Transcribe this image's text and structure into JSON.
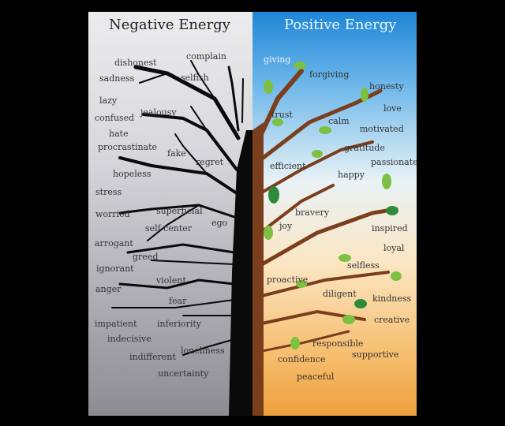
{
  "negative": {
    "title": "Negative Energy",
    "words": [
      "complain",
      "dishonest",
      "sadness",
      "selfish",
      "lazy",
      "jealousy",
      "confused",
      "hate",
      "procrastinate",
      "fake",
      "regret",
      "hopeless",
      "stress",
      "superficial",
      "worried",
      "ego",
      "self-center",
      "arrogant",
      "greed",
      "ignorant",
      "violent",
      "anger",
      "fear",
      "impatient",
      "inferiority",
      "indecisive",
      "loneliness",
      "indifferent",
      "uncertainty"
    ]
  },
  "positive": {
    "title": "Positive Energy",
    "words": [
      "giving",
      "forgiving",
      "honesty",
      "trust",
      "love",
      "calm",
      "motivated",
      "gratitude",
      "passionate",
      "efficient",
      "happy",
      "bravery",
      "joy",
      "inspired",
      "loyal",
      "selfless",
      "proactive",
      "diligent",
      "kindness",
      "creative",
      "responsible",
      "supportive",
      "confidence",
      "peaceful"
    ]
  },
  "colors": {
    "dark_tree": "#0a0a0a",
    "brown_tree": "#7a3e1c",
    "leaf": "#7cc142"
  }
}
